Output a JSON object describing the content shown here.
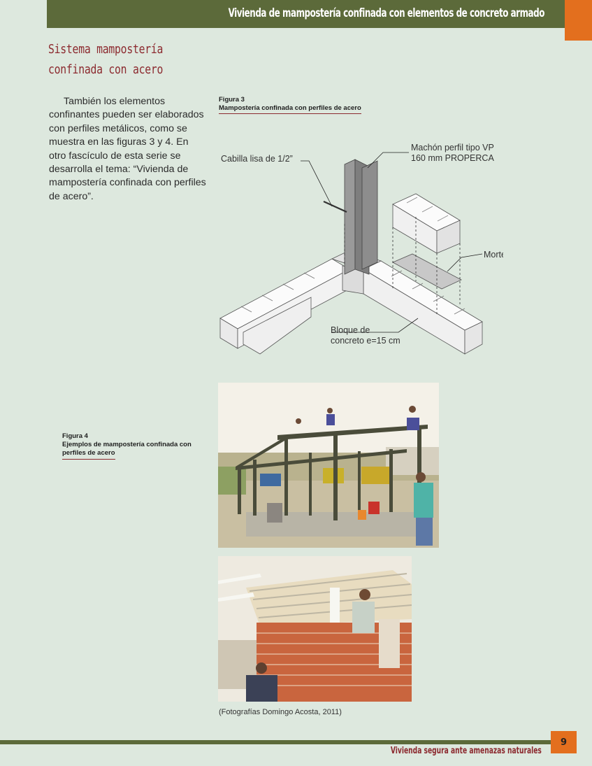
{
  "header": {
    "title": "Vivienda de mampostería confinada con elementos de concreto armado"
  },
  "section": {
    "title": "Sistema mampostería confinada con acero"
  },
  "body": {
    "paragraph": "También los elementos confinantes pueden ser elaborados con perfiles metálicos, como se muestra en las figuras 3 y 4. En otro fascículo de esta serie se desarrolla el tema: “Vivienda de mampostería confinada con perfiles de acero”."
  },
  "figure3": {
    "label": "Figura 3",
    "title": "Mampostería confinada con perfiles de acero",
    "labels": {
      "cabilla": "Cabilla lisa de 1/2”",
      "machon_line1": "Machón perfil tipo VP",
      "machon_line2": "160 mm PROPERCA",
      "mortero": "Mortero",
      "bloque_line1": "Bloque de",
      "bloque_line2": "concreto e=15 cm"
    }
  },
  "figure4": {
    "label": "Figura 4",
    "title": "Ejemplos de mampostería confinada con perfiles de acero"
  },
  "photo_credit": "(Fotografías Domingo Acosta, 2011)",
  "footer": {
    "text": "Vivienda segura ante amenazas naturales",
    "page_number": "9"
  },
  "colors": {
    "header_green": "#5c6a3a",
    "accent_orange": "#e36f1e",
    "title_red": "#8c2a2f",
    "page_bg": "#dde8de"
  }
}
